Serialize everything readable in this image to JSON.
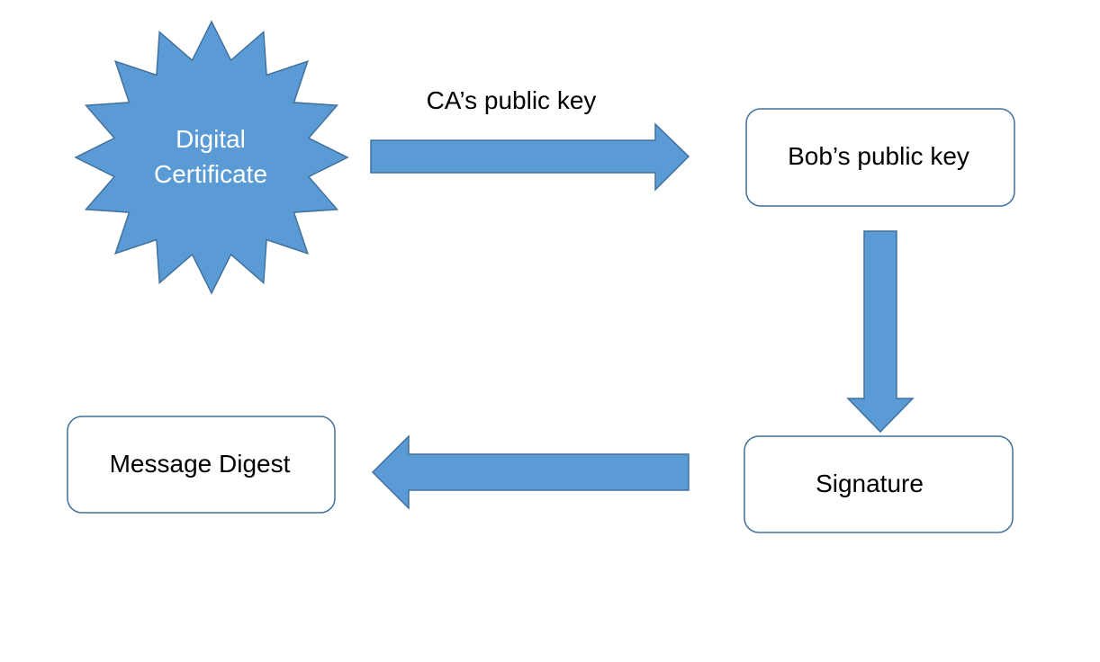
{
  "diagram": {
    "certificate": {
      "line1": "Digital",
      "line2": "Certificate"
    },
    "arrow_label": "CA’s public key",
    "boxes": {
      "bob_key": "Bob’s public key",
      "signature": "Signature",
      "message_digest": "Message Digest"
    }
  },
  "colors": {
    "shape_fill": "#5B9BD5",
    "shape_stroke": "#41719C",
    "box_fill": "#FFFFFF",
    "text_on_shape": "#FFFFFF",
    "text_default": "#000000"
  }
}
